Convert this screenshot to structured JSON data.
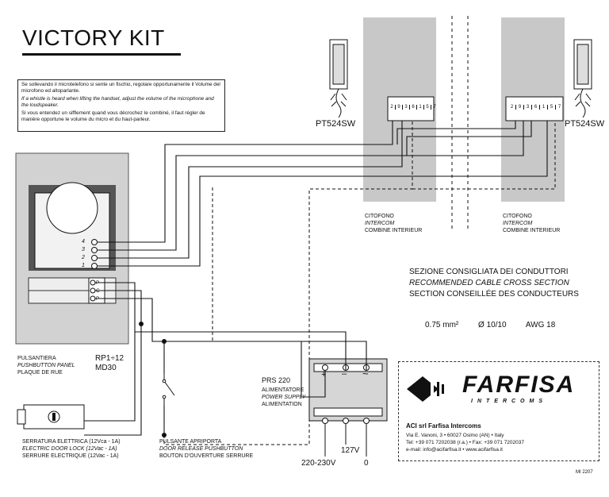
{
  "title": "VICTORY KIT",
  "note": {
    "it": "Se sollevando il microtelefono si sente un fischio, regolare opportunamente il Volume del microfono ed altoparlante.",
    "en": "If a whistle is heard when lifting the handset, adjust the volume of the microphone and the loudspeaker.",
    "fr": "Si vous entendez un sifflement quand vous décrochez le combiné, il faut régler de manière opportune le volume du micro et du haut-parleur."
  },
  "handset_left": {
    "model": "PT524SW",
    "terminals": [
      "2",
      "9",
      "3",
      "6",
      "1",
      "5",
      "7"
    ]
  },
  "handset_right": {
    "model": "PT524SW",
    "terminals": [
      "2",
      "9",
      "3",
      "6",
      "1",
      "5",
      "7"
    ]
  },
  "intercom_label": {
    "it": "CITOFONO",
    "en": "INTERCOM",
    "fr": "COMBINE INTERIEUR"
  },
  "panel": {
    "label_it": "PULSANTIERA",
    "label_en": "PUSHBUTTON PANEL",
    "label_fr": "PLAQUE DE RUE",
    "model_1": "RP1÷12",
    "model_2": "MD30",
    "terminals": [
      "4",
      "3",
      "2",
      "1"
    ],
    "button_terminals": [
      "P",
      "C",
      "P"
    ]
  },
  "cross_section": {
    "it": "SEZIONE CONSIGLIATA DEI CONDUTTORI",
    "en": "RECOMMENDED CABLE CROSS SECTION",
    "fr": "SECTION CONSEILLÉE DES CONDUCTEURS",
    "mm2": "0.75 mm²",
    "diam": "Ø 10/10",
    "awg": "AWG 18"
  },
  "psu": {
    "model": "PRS 220",
    "it": "ALIMENTATORE",
    "en": "POWER SUPPLY",
    "fr": "ALIMENTATION",
    "plus": "+",
    "minus": "–",
    "ac": "~",
    "v_in": "220-230V",
    "v_mid": "127V",
    "v_zero": "0"
  },
  "lock": {
    "it": "SERRATURA ELETTRICA (12Vca - 1A)",
    "en": "ELECTRIC DOOR LOCK (12Vac - 1A)",
    "fr": "SERRURE ELECTRIQUE (12Vac - 1A)"
  },
  "release": {
    "it": "PULSANTE APRIPORTA",
    "en": "DOOR RELEASE PUSHBUTTON",
    "fr": "BOUTON D'OUVERTURE SERRURE"
  },
  "brand": {
    "name": "FARFISA",
    "sub": "INTERCOMS",
    "company": "ACI srl Farfisa Intercoms",
    "address": "Via E. Vanoni, 3 • 60027 Osimo (AN) • Italy",
    "tel": "Tel: +39 071 7202038 (r.a.) • Fax: +39 071 7202037",
    "email": "e-mail: info@acifarfisa.it • www.acifarfisa.it"
  },
  "code": "MI 2207"
}
